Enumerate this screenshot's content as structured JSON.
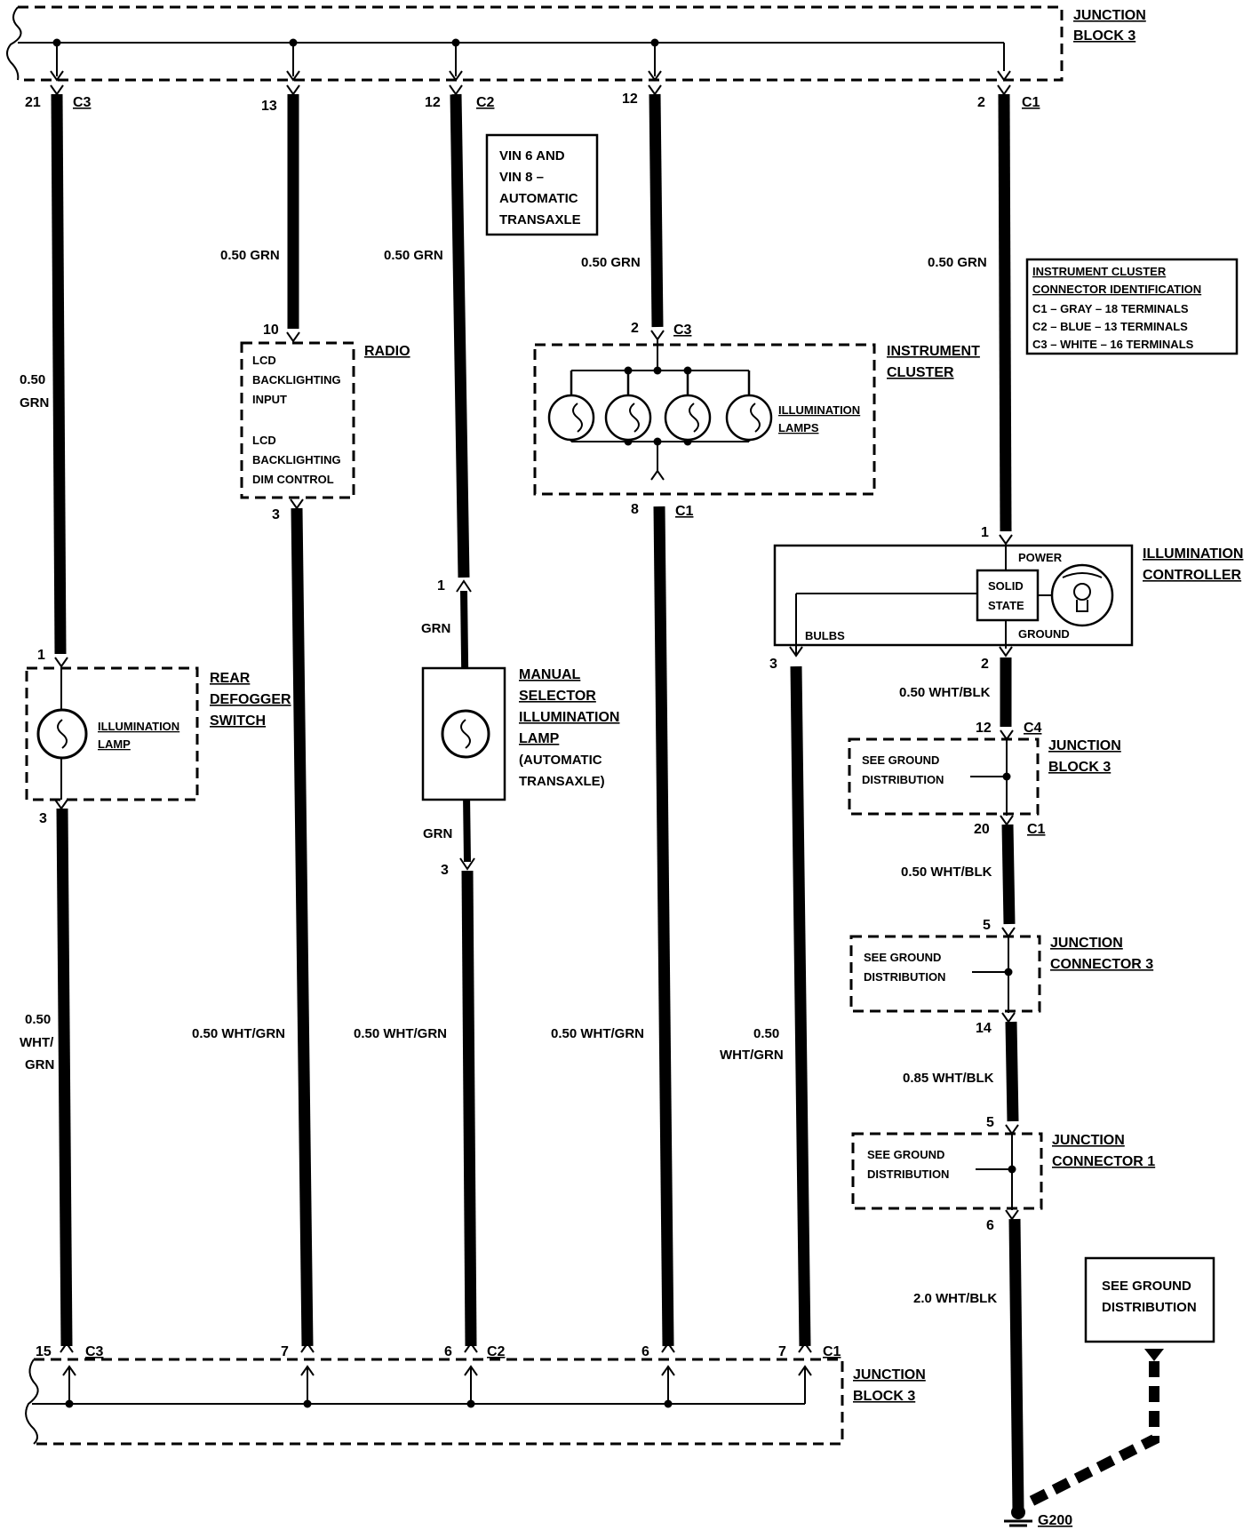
{
  "junction_block_top": {
    "label_line1": "JUNCTION",
    "label_line2": "BLOCK 3"
  },
  "junction_block_bottom": {
    "label_line1": "JUNCTION",
    "label_line2": "BLOCK 3"
  },
  "top_pins": [
    {
      "pin": "21",
      "conn": "C3"
    },
    {
      "pin": "13",
      "conn": ""
    },
    {
      "pin": "12",
      "conn": "C2"
    },
    {
      "pin": "12",
      "conn": ""
    },
    {
      "pin": "2",
      "conn": "C1"
    }
  ],
  "bottom_pins": [
    {
      "pin": "15",
      "conn": "C3"
    },
    {
      "pin": "7",
      "conn": ""
    },
    {
      "pin": "6",
      "conn": "C2"
    },
    {
      "pin": "6",
      "conn": ""
    },
    {
      "pin": "7",
      "conn": "C1"
    }
  ],
  "wires": {
    "w1_top_a": "0.50",
    "w1_top_b": "GRN",
    "w2_top": "0.50 GRN",
    "w3_top": "0.50 GRN",
    "w4_top": "0.50 GRN",
    "w5_top": "0.50 GRN",
    "w1_bot_a": "0.50",
    "w1_bot_b": "WHT/",
    "w1_bot_c": "GRN",
    "w2_bot": "0.50 WHT/GRN",
    "w3_bot": "0.50 WHT/GRN",
    "w4_bot": "0.50 WHT/GRN",
    "w5_bot_a": "0.50",
    "w5_bot_b": "WHT/GRN",
    "w3_mid_a": "GRN",
    "w3_mid_b": "GRN",
    "g1": "0.50 WHT/BLK",
    "g2": "0.50 WHT/BLK",
    "g3": "0.85 WHT/BLK",
    "g4": "2.0 WHT/BLK"
  },
  "vin_note": {
    "line1": "VIN 6 AND",
    "line2": "VIN 8 –",
    "line3": "AUTOMATIC",
    "line4": "TRANSAXLE"
  },
  "connector_id": {
    "title1": "INSTRUMENT CLUSTER",
    "title2": "CONNECTOR IDENTIFICATION",
    "c1": "C1 – GRAY – 18 TERMINALS",
    "c2": "C2 – BLUE – 13 TERMINALS",
    "c3": "C3 – WHITE – 16 TERMINALS"
  },
  "radio": {
    "label": "RADIO",
    "pin_top": "10",
    "pin_bot": "3",
    "l1": "LCD",
    "l2": "BACKLIGHTING",
    "l3": "INPUT",
    "l4": "LCD",
    "l5": "BACKLIGHTING",
    "l6": "DIM CONTROL"
  },
  "cluster": {
    "label1": "INSTRUMENT",
    "label2": "CLUSTER",
    "pin_top": "2",
    "conn_top": "C3",
    "pin_bot": "8",
    "conn_bot": "C1",
    "lamps1": "ILLUMINATION",
    "lamps2": "LAMPS"
  },
  "rear_defogger": {
    "label1": "REAR",
    "label2": "DEFOGGER",
    "label3": "SWITCH",
    "lamp1": "ILLUMINATION",
    "lamp2": "LAMP",
    "pin_top": "1",
    "pin_bot": "3"
  },
  "manual_selector": {
    "label1": "MANUAL",
    "label2": "SELECTOR",
    "label3": "ILLUMINATION",
    "label4": "LAMP",
    "label5": "(AUTOMATIC",
    "label6": "TRANSAXLE)",
    "pin_top": "1",
    "pin_bot": "3"
  },
  "controller": {
    "label1": "ILLUMINATION",
    "label2": "CONTROLLER",
    "power": "POWER",
    "solid1": "SOLID",
    "solid2": "STATE",
    "bulbs": "BULBS",
    "ground": "GROUND",
    "pin_power": "1",
    "pin_ground": "2",
    "pin_bulbs": "3"
  },
  "jb3_c4": {
    "label1": "JUNCTION",
    "label2": "BLOCK 3",
    "text1": "SEE GROUND",
    "text2": "DISTRIBUTION",
    "pin_top": "12",
    "conn_top": "C4",
    "pin_bot": "20",
    "conn_bot": "C1"
  },
  "jc3": {
    "label1": "JUNCTION",
    "label2": "CONNECTOR 3",
    "text1": "SEE GROUND",
    "text2": "DISTRIBUTION",
    "pin_top": "5",
    "pin_bot": "14"
  },
  "jc1": {
    "label1": "JUNCTION",
    "label2": "CONNECTOR 1",
    "text1": "SEE GROUND",
    "text2": "DISTRIBUTION",
    "pin_top": "5",
    "pin_bot": "6"
  },
  "ground_note": {
    "line1": "SEE GROUND",
    "line2": "DISTRIBUTION"
  },
  "ground": {
    "label": "G200"
  }
}
